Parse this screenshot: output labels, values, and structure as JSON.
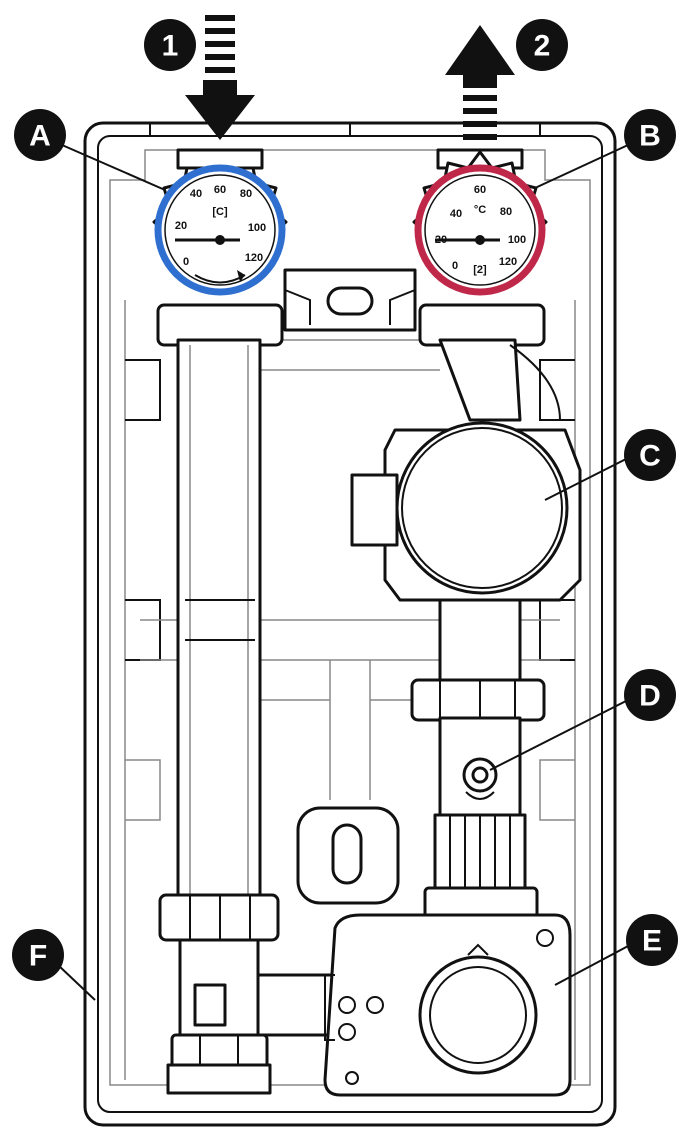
{
  "labels": {
    "inlet": "1",
    "outlet": "2",
    "a": "A",
    "b": "B",
    "c": "C",
    "d": "D",
    "e": "E",
    "f": "F"
  },
  "gauge_left": {
    "ring_color": "#2f6fd0",
    "ticks": [
      "40",
      "60",
      "80",
      "20",
      "100",
      "0",
      "120"
    ],
    "unit": "[C]"
  },
  "gauge_right": {
    "ring_color": "#c0284a",
    "ticks": [
      "60",
      "40",
      "80",
      "°C",
      "20",
      "100",
      "0",
      "120"
    ],
    "unit": "[2]"
  }
}
